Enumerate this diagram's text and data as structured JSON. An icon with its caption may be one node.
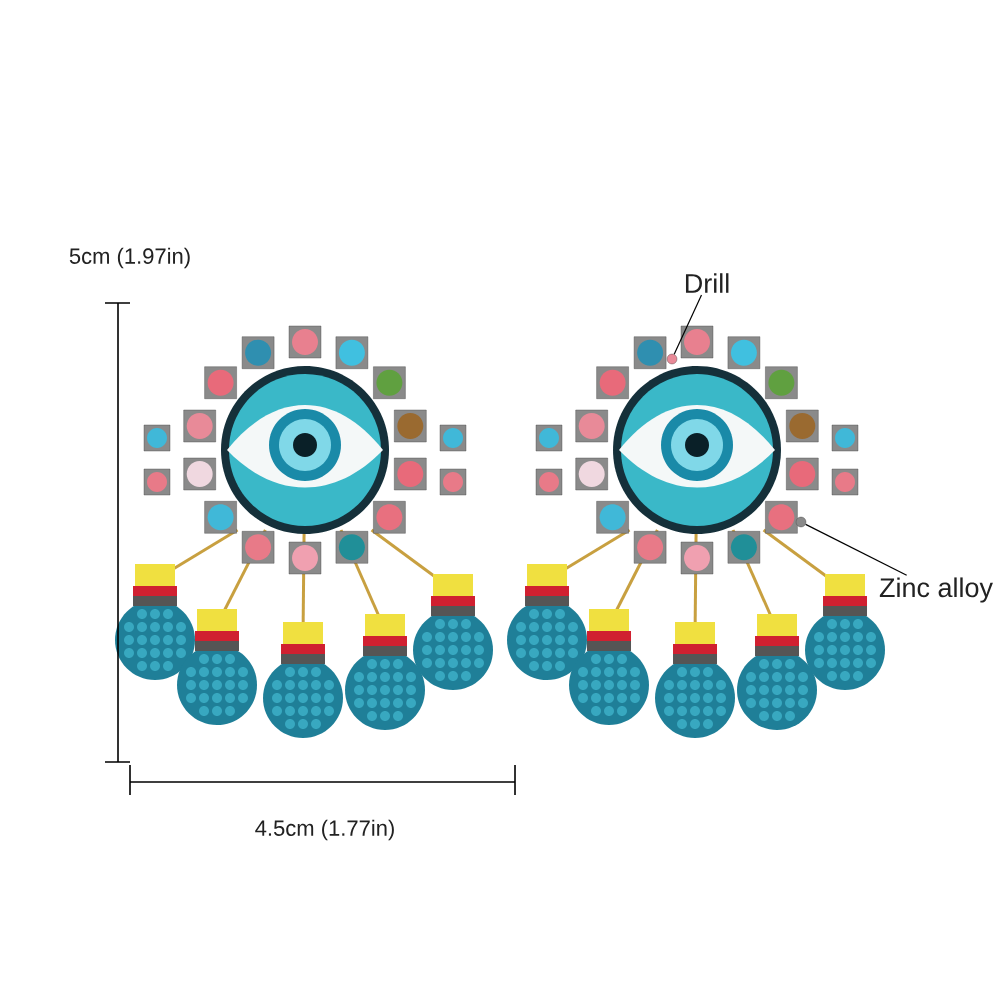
{
  "diagram": {
    "nodes": [
      {
        "text": [
          "Drill"
        ]
      },
      {
        "text": [],
        "shape": "circle"
      },
      {
        "text": [
          "Zinc alloy"
        ]
      },
      {
        "text": [],
        "shape": "circle"
      }
    ],
    "edges": [
      {
        "from": 0,
        "to": 1,
        "arrow": "none"
      },
      {
        "from": 2,
        "to": 3,
        "arrow": "none"
      }
    ],
    "labels": [
      "5cm (1.97in)",
      "4.5cm (1.77in)"
    ]
  }
}
